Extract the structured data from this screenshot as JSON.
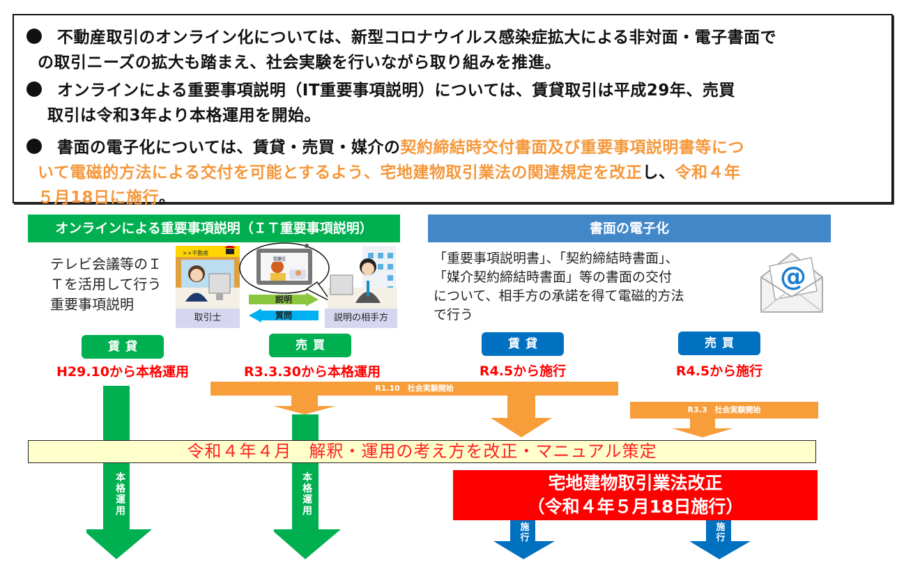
{
  "summary": {
    "bullet1_line1": "不動産取引のオンライン化については、新型コロナウイルス感染症拡大による非対面・電子書面で",
    "bullet1_line2": "の取引ニーズの拡大も踏まえ、社会実験を行いながら取り組みを推進。",
    "bullet2_line1": "オンラインによる重要事項説明（IT重要事項説明）については、賃貸取引は平成29年、売買",
    "bullet2_line2": "取引は令和3年より本格運用を開始。",
    "bullet3_line1_black": "書面の電子化については、賃貸・売買・媒介の",
    "bullet3_line1_orange": "契約締結時交付書面及び重要事項説明書等につ",
    "bullet3_line2_orange": "いて電磁的方法による交付を可能とするよう、宅地建物取引業法の関連規定を改正",
    "bullet3_line2_black": "し、",
    "bullet3_line2_orange2": "令和４年",
    "bullet3_line3_orange": "５月18日に施行",
    "bullet3_line3_black": "。"
  },
  "it_section": {
    "header": "オンラインによる重要事項説明（ＩＴ重要事項説明）",
    "desc_line1": "テレビ会議等のＩ",
    "desc_line2": "Ｔを活用して行う",
    "desc_line3": "重要事項説明",
    "shop_sign": "××不動産",
    "screen_label": "宅建士",
    "agent_label": "取引士",
    "client_label": "説明の相手方",
    "explain_arrow": "説明",
    "question_arrow": "質問",
    "rental": {
      "label": "賃貸",
      "status": "H29.10から本格運用",
      "arrow_text": "本格運用"
    },
    "sale": {
      "label": "売買",
      "status": "R3.3.30から本格運用",
      "arrow_text": "本格運用"
    }
  },
  "doc_section": {
    "header": "書面の電子化",
    "desc_line1": "「重要事項説明書」、「契約締結時書面」、",
    "desc_line2": "「媒介契約締結時書面」等の書面の交付",
    "desc_line3": "について、相手方の承諾を得て電磁的方法",
    "desc_line4": "で行う",
    "rental": {
      "label": "賃貸",
      "status": "R4.5から施行",
      "arrow_text": "施行"
    },
    "sale": {
      "label": "売買",
      "status": "R4.5から施行",
      "arrow_text": "施行"
    }
  },
  "experiments": {
    "r110": "R1.10　社会実験開始",
    "r33": "R3.3　社会実験開始"
  },
  "band_text": "令和４年４月　解釈・運用の考え方を改正・マニュアル策定",
  "law": {
    "line1": "宅地建物取引業法改正",
    "line2": "（令和４年５月18日施行）"
  },
  "colors": {
    "green": "#00b050",
    "blue": "#0070c0",
    "header_blue": "#4287c8",
    "orange": "#f79d39",
    "red": "#ff0000",
    "band_yellow": "#ffffcc"
  }
}
